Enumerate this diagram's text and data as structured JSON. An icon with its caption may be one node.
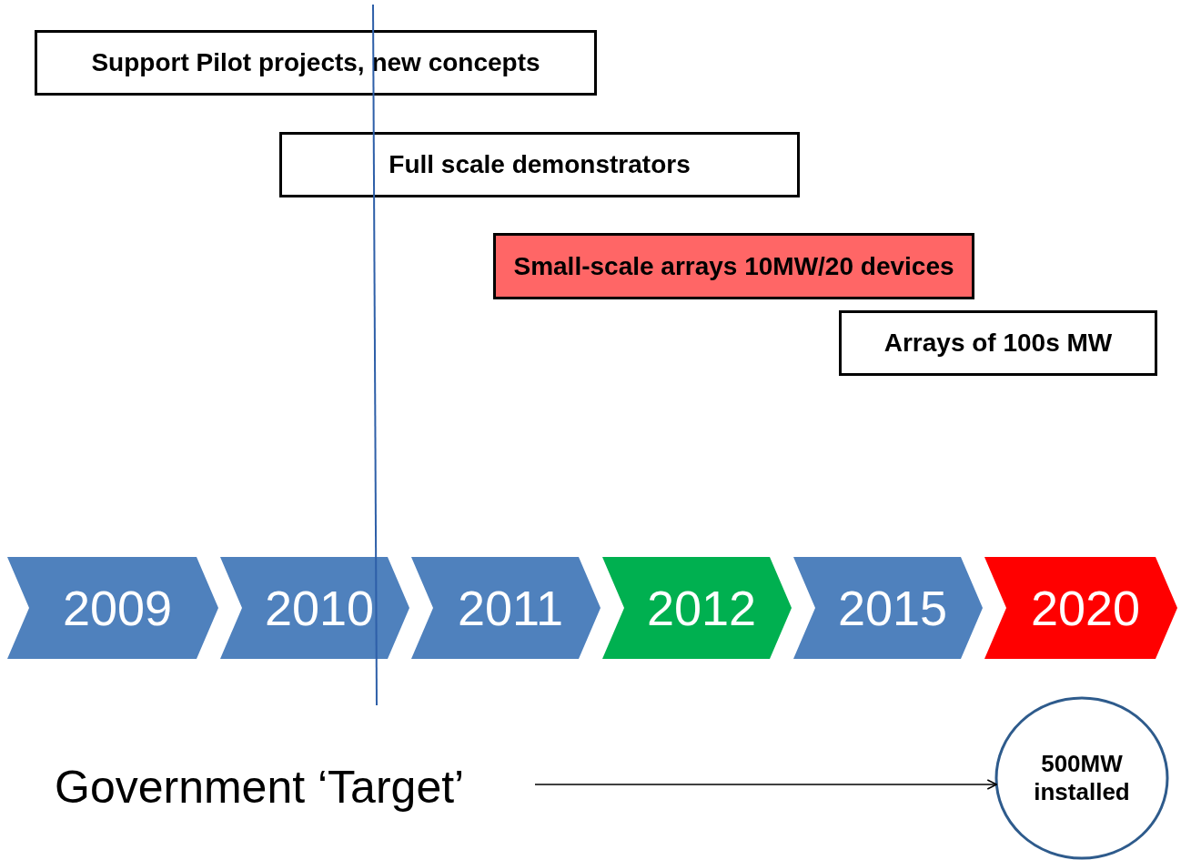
{
  "diagram": {
    "nodes": [
      {
        "text": [
          "Support Pilot projects, new concepts"
        ]
      },
      {
        "text": [
          "Full scale demonstrators"
        ]
      },
      {
        "text": [
          "Small-scale arrays 10MW/20 devices"
        ]
      },
      {
        "text": [
          "Arrays of 100s MW"
        ]
      },
      {
        "text": [
          "2009"
        ]
      },
      {
        "text": [
          "2010"
        ]
      },
      {
        "text": [
          "2011"
        ]
      },
      {
        "text": [
          "2012"
        ]
      },
      {
        "text": [
          "2015"
        ]
      },
      {
        "text": [
          "2020"
        ]
      },
      {
        "text": [
          "Government ‘Target’"
        ]
      },
      {
        "text": [
          "500MW installed"
        ]
      }
    ],
    "edges": [
      {
        "from": 10,
        "to": 11,
        "arrow": "to"
      }
    ]
  }
}
